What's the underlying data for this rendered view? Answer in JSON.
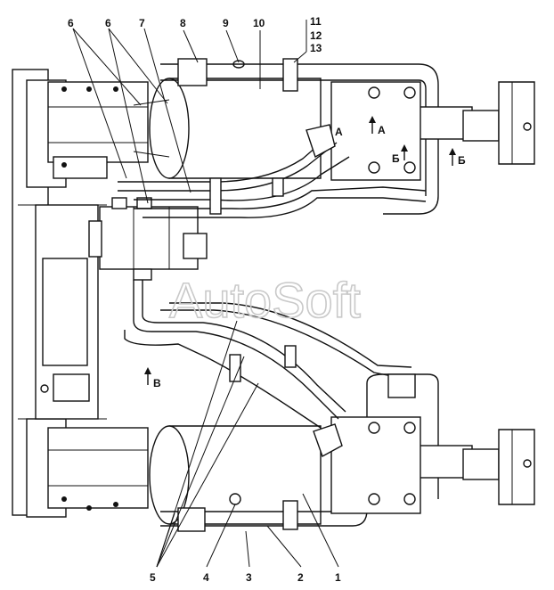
{
  "watermark": "AutoSoft",
  "callouts": {
    "n1": "1",
    "n2": "2",
    "n3": "3",
    "n4": "4",
    "n5": "5",
    "n6a": "6",
    "n6b": "6",
    "n7": "7",
    "n8": "8",
    "n9": "9",
    "n10": "10",
    "n11": "11",
    "n12": "12",
    "n13": "13"
  },
  "view_marks": {
    "a1": "А",
    "a2": "А",
    "b1": "Б",
    "b2": "Б",
    "v": "В"
  }
}
